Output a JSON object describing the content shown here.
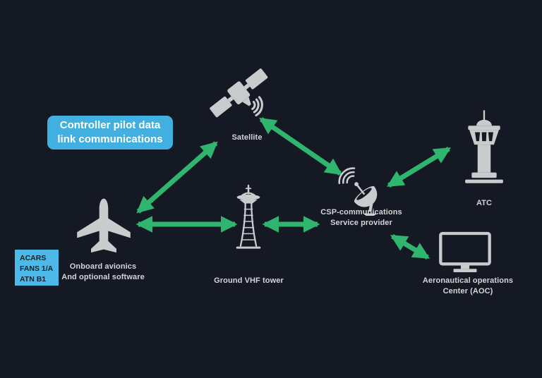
{
  "title": "Controller pilot data link communications diagram",
  "colors": {
    "background": "#141924",
    "arrow_green": "#2fb56e",
    "callout_blue": "#41b0e0",
    "protocol_blue": "#4cb9e8",
    "icon_gray": "#c9cbcd",
    "label_gray": "#d3d5d7",
    "protocol_text": "#13202e"
  },
  "callout": {
    "line1": "Controller pilot data",
    "line2": "link communications"
  },
  "protocol_box": {
    "items": [
      "ACARS",
      "FANS 1/A",
      "ATN B1"
    ]
  },
  "nodes": {
    "satellite": {
      "label": "Satellite",
      "icon": "satellite-icon"
    },
    "aircraft": {
      "label_line1": "Onboard avionics",
      "label_line2": "And optional software",
      "icon": "airplane-icon"
    },
    "vhf_tower": {
      "label": "Ground VHF tower",
      "icon": "radio-tower-icon"
    },
    "csp": {
      "label_line1": "CSP-communications",
      "label_line2": "Service provider",
      "icon": "satellite-dish-icon"
    },
    "atc": {
      "label": "ATC",
      "icon": "control-tower-icon"
    },
    "aoc": {
      "label_line1": "Aeronautical operations",
      "label_line2": "Center (AOC)",
      "icon": "monitor-icon"
    }
  },
  "links": [
    {
      "from": "aircraft",
      "to": "satellite",
      "bidirectional": true
    },
    {
      "from": "satellite",
      "to": "csp",
      "bidirectional": true
    },
    {
      "from": "aircraft",
      "to": "vhf_tower",
      "bidirectional": true
    },
    {
      "from": "vhf_tower",
      "to": "csp",
      "bidirectional": true
    },
    {
      "from": "csp",
      "to": "atc",
      "bidirectional": true
    },
    {
      "from": "csp",
      "to": "aoc",
      "bidirectional": true
    }
  ]
}
